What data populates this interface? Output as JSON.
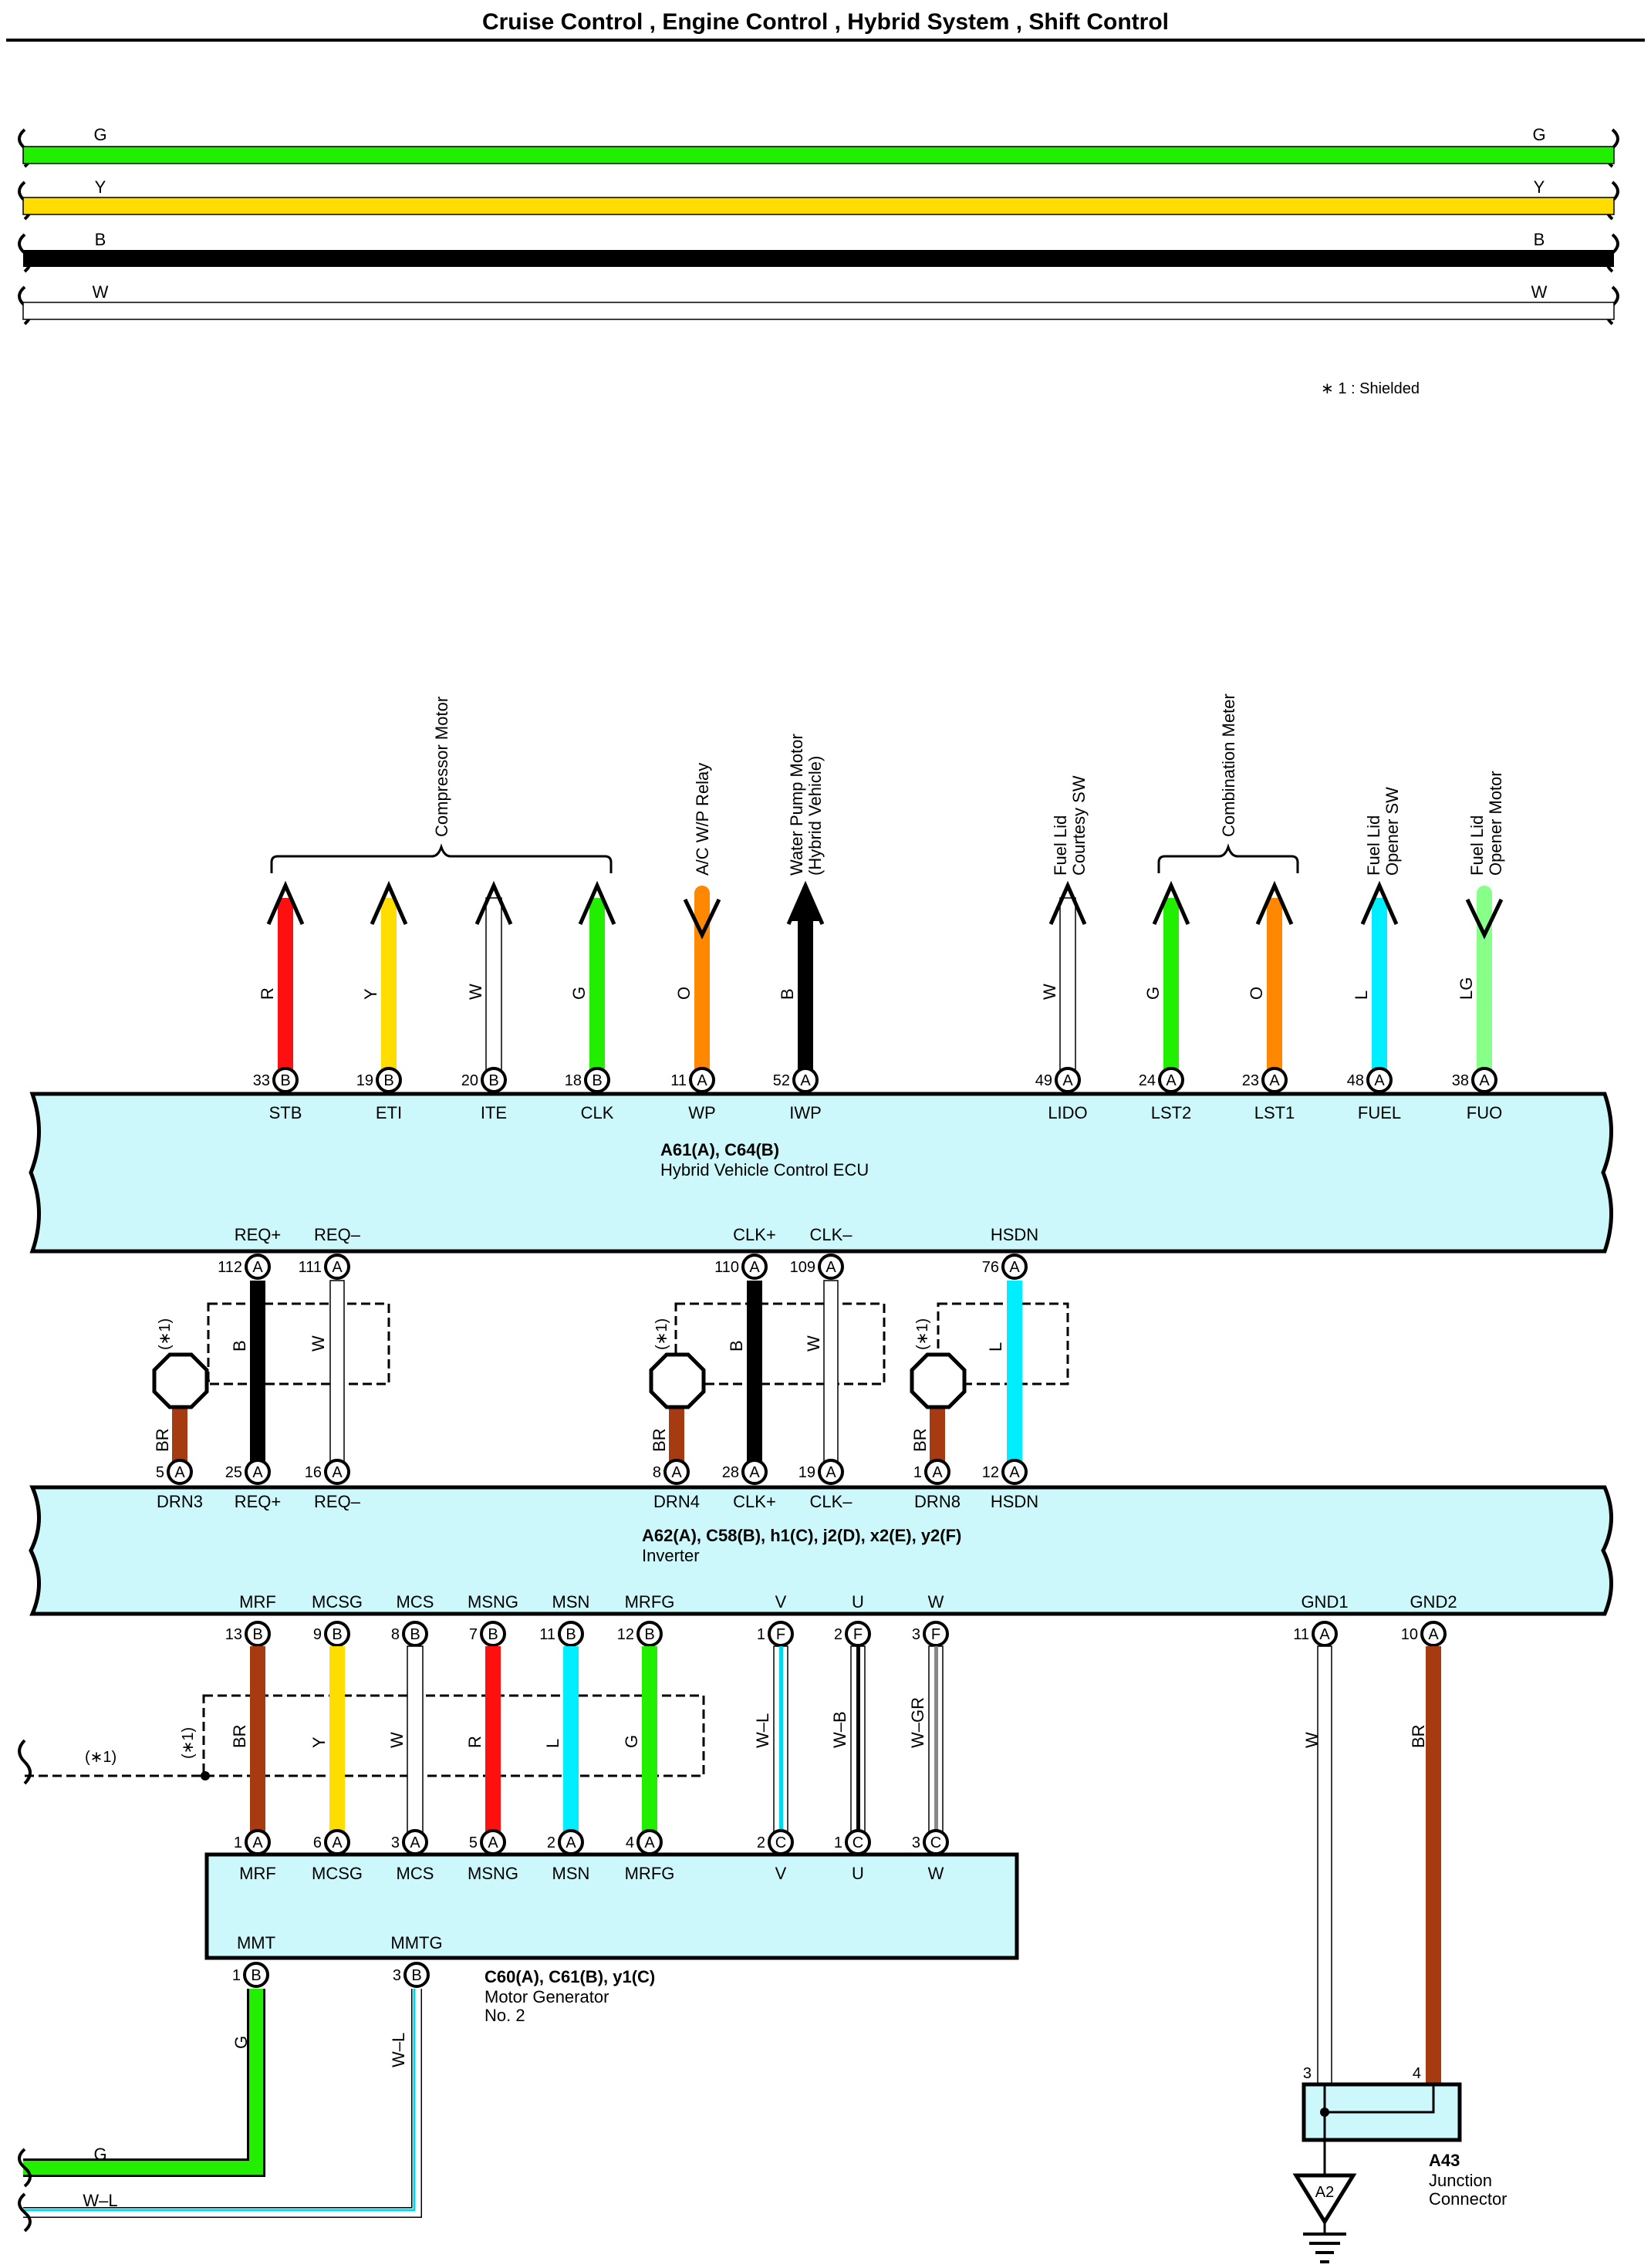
{
  "title": "Cruise Control , Engine Control , Hybrid System , Shift Control",
  "note": "∗ 1 : Shielded",
  "colors": {
    "G": "#22ee00",
    "Y": "#ffdd00",
    "B": "#000000",
    "W": "#ffffff",
    "R": "#ff1010",
    "O": "#ff8800",
    "L": "#00eeff",
    "LG": "#88ff88",
    "BR": "#a63a10",
    "box": "#ccf8fc"
  },
  "top_bus": [
    {
      "label": "G",
      "color": "G"
    },
    {
      "label": "Y",
      "color": "Y"
    },
    {
      "label": "B",
      "color": "B"
    },
    {
      "label": "W",
      "color": "W"
    }
  ],
  "groups": [
    {
      "name": "Compressor Motor"
    },
    {
      "name": "Combination Meter"
    }
  ],
  "destinations": [
    {
      "name": "A/C W/P Relay"
    },
    {
      "name": "Water Pump Motor",
      "name2": "(Hybrid Vehicle)"
    },
    {
      "name": "Fuel Lid",
      "name2": "Courtesy SW"
    },
    {
      "name": "Fuel Lid",
      "name2": "Opener SW"
    },
    {
      "name": "Fuel Lid",
      "name2": "Opener Motor"
    }
  ],
  "ecu": {
    "connector": "A61(A), C64(B)",
    "name": "Hybrid Vehicle Control ECU",
    "top_pins": [
      {
        "num": "33",
        "conn": "B",
        "term": "STB",
        "wire": "R",
        "color": "R",
        "arrow": "up"
      },
      {
        "num": "19",
        "conn": "B",
        "term": "ETI",
        "wire": "Y",
        "color": "Y",
        "arrow": "up"
      },
      {
        "num": "20",
        "conn": "B",
        "term": "ITE",
        "wire": "W",
        "color": "W",
        "arrow": "up"
      },
      {
        "num": "18",
        "conn": "B",
        "term": "CLK",
        "wire": "G",
        "color": "G",
        "arrow": "up"
      },
      {
        "num": "11",
        "conn": "A",
        "term": "WP",
        "wire": "O",
        "color": "O",
        "arrow": "down"
      },
      {
        "num": "52",
        "conn": "A",
        "term": "IWP",
        "wire": "B",
        "color": "B",
        "arrow": "up"
      },
      {
        "num": "49",
        "conn": "A",
        "term": "LIDO",
        "wire": "W",
        "color": "W",
        "arrow": "up"
      },
      {
        "num": "24",
        "conn": "A",
        "term": "LST2",
        "wire": "G",
        "color": "G",
        "arrow": "up"
      },
      {
        "num": "23",
        "conn": "A",
        "term": "LST1",
        "wire": "O",
        "color": "O",
        "arrow": "up"
      },
      {
        "num": "48",
        "conn": "A",
        "term": "FUEL",
        "wire": "L",
        "color": "L",
        "arrow": "up"
      },
      {
        "num": "38",
        "conn": "A",
        "term": "FUO",
        "wire": "LG",
        "color": "LG",
        "arrow": "down"
      }
    ],
    "bottom_pins": [
      {
        "num": "112",
        "conn": "A",
        "term": "REQ+"
      },
      {
        "num": "111",
        "conn": "A",
        "term": "REQ–"
      },
      {
        "num": "110",
        "conn": "A",
        "term": "CLK+"
      },
      {
        "num": "109",
        "conn": "A",
        "term": "CLK–"
      },
      {
        "num": "76",
        "conn": "A",
        "term": "HSDN"
      }
    ]
  },
  "shield_mark": "(∗1)",
  "link_wires": [
    {
      "wire": "B"
    },
    {
      "wire": "W"
    },
    {
      "wire": "B"
    },
    {
      "wire": "W"
    },
    {
      "wire": "L"
    }
  ],
  "drain_wires": [
    {
      "wire": "BR"
    },
    {
      "wire": "BR"
    },
    {
      "wire": "BR"
    }
  ],
  "inverter": {
    "connector": "A62(A), C58(B), h1(C), j2(D), x2(E), y2(F)",
    "name": "Inverter",
    "top_pins": [
      {
        "num": "5",
        "conn": "A",
        "term": "DRN3"
      },
      {
        "num": "25",
        "conn": "A",
        "term": "REQ+"
      },
      {
        "num": "16",
        "conn": "A",
        "term": "REQ–"
      },
      {
        "num": "8",
        "conn": "A",
        "term": "DRN4"
      },
      {
        "num": "28",
        "conn": "A",
        "term": "CLK+"
      },
      {
        "num": "19",
        "conn": "A",
        "term": "CLK–"
      },
      {
        "num": "1",
        "conn": "A",
        "term": "DRN8"
      },
      {
        "num": "12",
        "conn": "A",
        "term": "HSDN"
      }
    ],
    "bottom_pins": [
      {
        "num": "13",
        "conn": "B",
        "term": "MRF",
        "wire": "BR"
      },
      {
        "num": "9",
        "conn": "B",
        "term": "MCSG",
        "wire": "Y"
      },
      {
        "num": "8",
        "conn": "B",
        "term": "MCS",
        "wire": "W"
      },
      {
        "num": "7",
        "conn": "B",
        "term": "MSNG",
        "wire": "R"
      },
      {
        "num": "11",
        "conn": "B",
        "term": "MSN",
        "wire": "L"
      },
      {
        "num": "12",
        "conn": "B",
        "term": "MRFG",
        "wire": "G"
      },
      {
        "num": "1",
        "conn": "F",
        "term": "V",
        "wire": "W–L"
      },
      {
        "num": "2",
        "conn": "F",
        "term": "U",
        "wire": "W–B"
      },
      {
        "num": "3",
        "conn": "F",
        "term": "W",
        "wire": "W–GR"
      },
      {
        "num": "11",
        "conn": "A",
        "term": "GND1",
        "wire": "W"
      },
      {
        "num": "10",
        "conn": "A",
        "term": "GND2",
        "wire": "BR"
      }
    ]
  },
  "motor_gen": {
    "connector": "C60(A), C61(B), y1(C)",
    "name": "Motor Generator",
    "name2": "No. 2",
    "top_pins": [
      {
        "num": "1",
        "conn": "A",
        "term": "MRF"
      },
      {
        "num": "6",
        "conn": "A",
        "term": "MCSG"
      },
      {
        "num": "3",
        "conn": "A",
        "term": "MCS"
      },
      {
        "num": "5",
        "conn": "A",
        "term": "MSNG"
      },
      {
        "num": "2",
        "conn": "A",
        "term": "MSN"
      },
      {
        "num": "4",
        "conn": "A",
        "term": "MRFG"
      },
      {
        "num": "2",
        "conn": "C",
        "term": "V"
      },
      {
        "num": "1",
        "conn": "C",
        "term": "U"
      },
      {
        "num": "3",
        "conn": "C",
        "term": "W"
      }
    ],
    "bottom_pins": [
      {
        "num": "1",
        "conn": "B",
        "term": "MMT",
        "wire": "G"
      },
      {
        "num": "3",
        "conn": "B",
        "term": "MMTG",
        "wire": "W–L"
      }
    ]
  },
  "bottom_bus": [
    {
      "label": "G"
    },
    {
      "label": "W–L"
    }
  ],
  "junction": {
    "connector": "A43",
    "name": "Junction",
    "name2": "Connector",
    "pin3": "3",
    "pin4": "4",
    "ground": "A2"
  }
}
